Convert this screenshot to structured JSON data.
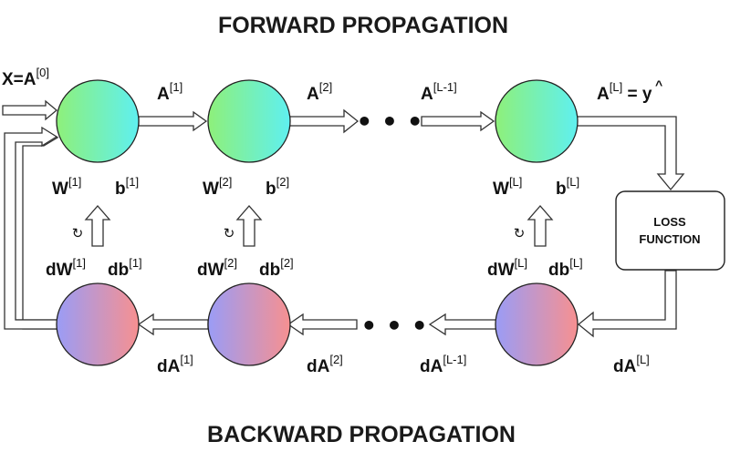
{
  "titles": {
    "forward": "FORWARD PROPAGATION",
    "backward": "BACKWARD PROPAGATION"
  },
  "input": {
    "base": "X=A",
    "sup": "[0]"
  },
  "forward_activations": [
    {
      "base": "A",
      "sup": "[1]"
    },
    {
      "base": "A",
      "sup": "[2]"
    },
    {
      "base": "A",
      "sup": "[L-1]"
    },
    {
      "base": "A",
      "sup": "[L]",
      "eq": " = ",
      "hat": "^",
      "yhat": "y"
    }
  ],
  "params": [
    {
      "w": "W",
      "w_sup": "[1]",
      "b": "b",
      "b_sup": "[1]"
    },
    {
      "w": "W",
      "w_sup": "[2]",
      "b": "b",
      "b_sup": "[2]"
    },
    {
      "w": "W",
      "w_sup": "[L]",
      "b": "b",
      "b_sup": "[L]"
    }
  ],
  "grads": [
    {
      "w": "dW",
      "w_sup": "[1]",
      "b": "db",
      "b_sup": "[1]"
    },
    {
      "w": "dW",
      "w_sup": "[2]",
      "b": "db",
      "b_sup": "[2]"
    },
    {
      "w": "dW",
      "w_sup": "[L]",
      "b": "db",
      "b_sup": "[L]"
    }
  ],
  "backward_activations": [
    {
      "base": "dA",
      "sup": "[1]"
    },
    {
      "base": "dA",
      "sup": "[2]"
    },
    {
      "base": "dA",
      "sup": "[L-1]"
    },
    {
      "base": "dA",
      "sup": "[L]"
    }
  ],
  "loss_box": {
    "line1": "LOSS",
    "line2": "FUNCTION"
  },
  "ellipsis": "• • •",
  "update_glyph": "↻",
  "colors": {
    "forward_node_left": "#8ef07a",
    "forward_node_right": "#5ff0f0",
    "backward_node_left": "#9a9cf6",
    "backward_node_right": "#f79090"
  }
}
